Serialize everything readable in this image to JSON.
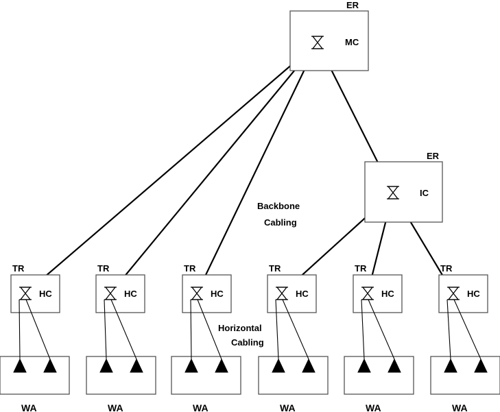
{
  "main_room": {
    "corner_label": "ER",
    "connector_label": "MC"
  },
  "intermediate_room": {
    "corner_label": "ER",
    "connector_label": "IC"
  },
  "backbone_label": [
    "Backbone",
    "Cabling"
  ],
  "horizontal_label": [
    "Horizontal",
    "Cabling"
  ],
  "telecom_rooms": [
    {
      "corner_label": "TR",
      "connector_label": "HC",
      "fed_from": "MC"
    },
    {
      "corner_label": "TR",
      "connector_label": "HC",
      "fed_from": "MC"
    },
    {
      "corner_label": "TR",
      "connector_label": "HC",
      "fed_from": "MC"
    },
    {
      "corner_label": "TR",
      "connector_label": "HC",
      "fed_from": "IC"
    },
    {
      "corner_label": "TR",
      "connector_label": "HC",
      "fed_from": "IC"
    },
    {
      "corner_label": "TR",
      "connector_label": "HC",
      "fed_from": "IC"
    }
  ],
  "work_areas": [
    {
      "label": "WA"
    },
    {
      "label": "WA"
    },
    {
      "label": "WA"
    },
    {
      "label": "WA"
    },
    {
      "label": "WA"
    },
    {
      "label": "WA"
    }
  ]
}
